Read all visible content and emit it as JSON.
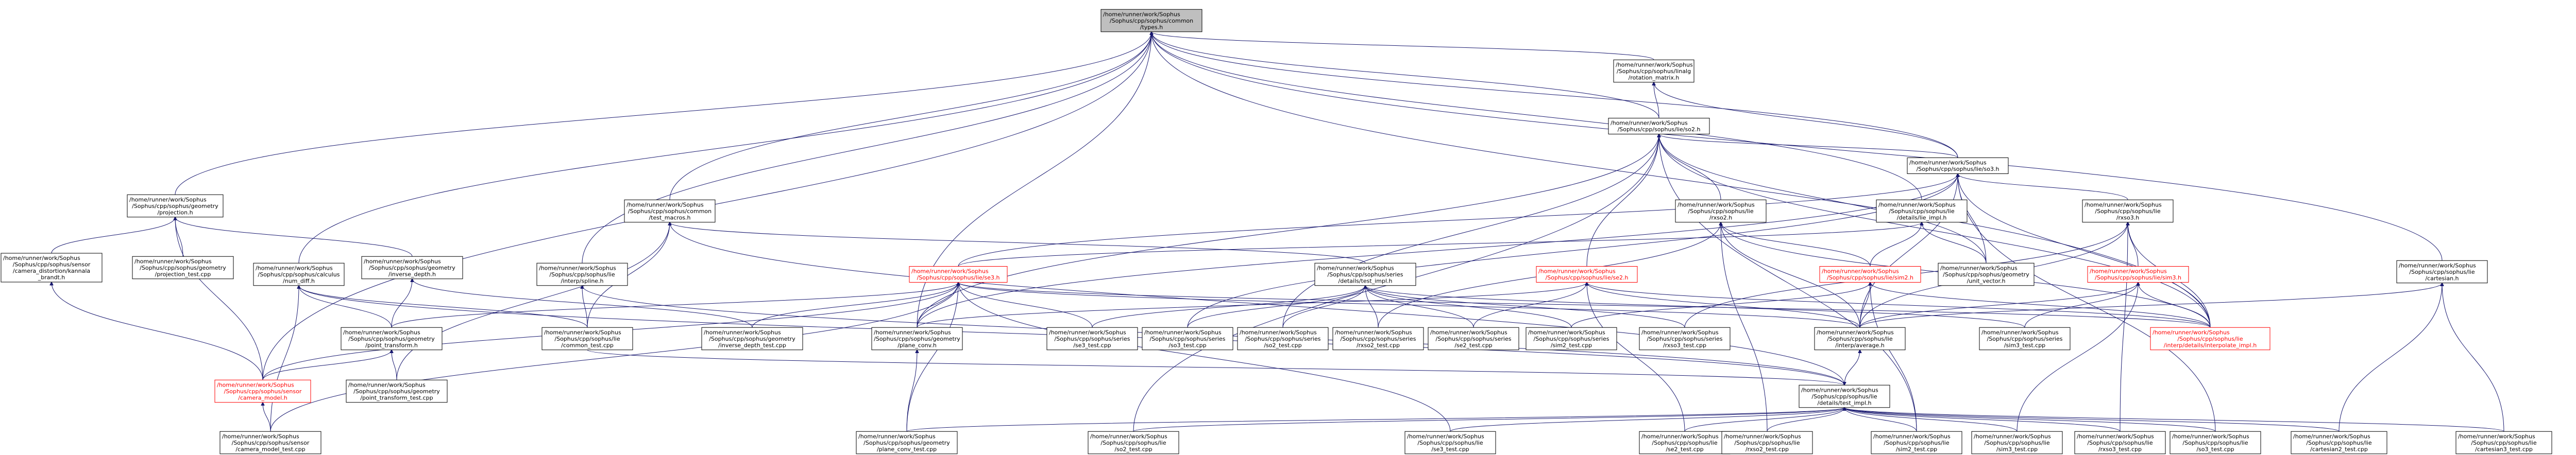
{
  "root": "n_types",
  "nodes": {
    "n_types": {
      "label": [
        "/home/runner/work/Sophus",
        "/Sophus/cpp/sophus/common",
        "/types.h"
      ],
      "style": "root"
    },
    "n_rotmat": {
      "label": [
        "/home/runner/work/Sophus",
        "/Sophus/cpp/sophus/linalg",
        "/rotation_matrix.h"
      ]
    },
    "n_so2": {
      "label": [
        "/home/runner/work/Sophus",
        "/Sophus/cpp/sophus/lie/so2.h"
      ]
    },
    "n_so3": {
      "label": [
        "/home/runner/work/Sophus",
        "/Sophus/cpp/sophus/lie/so3.h"
      ]
    },
    "n_proj": {
      "label": [
        "/home/runner/work/Sophus",
        "/Sophus/cpp/sophus/geometry",
        "/projection.h"
      ]
    },
    "n_testmac": {
      "label": [
        "/home/runner/work/Sophus",
        "/Sophus/cpp/sophus/common",
        "/test_macros.h"
      ]
    },
    "n_rxso2": {
      "label": [
        "/home/runner/work/Sophus",
        "/Sophus/cpp/sophus/lie",
        "/rxso2.h"
      ]
    },
    "n_lieimpl": {
      "label": [
        "/home/runner/work/Sophus",
        "/Sophus/cpp/sophus/lie",
        "/details/lie_impl.h"
      ]
    },
    "n_rxso3": {
      "label": [
        "/home/runner/work/Sophus",
        "/Sophus/cpp/sophus/lie",
        "/rxso3.h"
      ]
    },
    "n_cartesian": {
      "label": [
        "/home/runner/work/Sophus",
        "/Sophus/cpp/sophus/lie",
        "/cartesian.h"
      ]
    },
    "n_camdist": {
      "label": [
        "/home/runner/work/Sophus",
        "/Sophus/cpp/sophus/sensor",
        "/camera_distortion/kannala",
        "_brandt.h"
      ]
    },
    "n_projtest": {
      "label": [
        "/home/runner/work/Sophus",
        "/Sophus/cpp/sophus/geometry",
        "/projection_test.cpp"
      ]
    },
    "n_invdepth": {
      "label": [
        "/home/runner/work/Sophus",
        "/Sophus/cpp/sophus/geometry",
        "/inverse_depth.h"
      ]
    },
    "n_numdiff": {
      "label": [
        "/home/runner/work/Sophus",
        "/Sophus/cpp/sophus/calculus",
        "/num_diff.h"
      ]
    },
    "n_interp": {
      "label": [
        "/home/runner/work/Sophus",
        "/Sophus/cpp/sophus/lie",
        "/interp/spline.h"
      ]
    },
    "n_se3": {
      "label": [
        "/home/runner/work/Sophus",
        "/Sophus/cpp/sophus/lie/se3.h"
      ],
      "style": "red"
    },
    "n_seriestest": {
      "label": [
        "/home/runner/work/Sophus",
        "/Sophus/cpp/sophus/series",
        "/details/test_impl.h"
      ]
    },
    "n_se2": {
      "label": [
        "/home/runner/work/Sophus",
        "/Sophus/cpp/sophus/lie/se2.h"
      ],
      "style": "red"
    },
    "n_sim2": {
      "label": [
        "/home/runner/work/Sophus",
        "/Sophus/cpp/sophus/lie/sim2.h"
      ],
      "style": "red"
    },
    "n_unitvec": {
      "label": [
        "/home/runner/work/Sophus",
        "/Sophus/cpp/sophus/geometry",
        "/unit_vector.h"
      ]
    },
    "n_sim3": {
      "label": [
        "/home/runner/work/Sophus",
        "/Sophus/cpp/sophus/lie/sim3.h"
      ],
      "style": "red"
    },
    "n_ptrans": {
      "label": [
        "/home/runner/work/Sophus",
        "/Sophus/cpp/sophus/geometry",
        "/point_transform.h"
      ]
    },
    "n_commontest": {
      "label": [
        "/home/runner/work/Sophus",
        "/Sophus/cpp/sophus/lie",
        "/common_test.cpp"
      ]
    },
    "n_invdtest": {
      "label": [
        "/home/runner/work/Sophus",
        "/Sophus/cpp/sophus/geometry",
        "/inverse_depth_test.cpp"
      ]
    },
    "n_planeconv": {
      "label": [
        "/home/runner/work/Sophus",
        "/Sophus/cpp/sophus/geometry",
        "/plane_conv.h"
      ]
    },
    "n_se3ser": {
      "label": [
        "/home/runner/work/Sophus",
        "/Sophus/cpp/sophus/series",
        "/se3_test.cpp"
      ]
    },
    "n_so3ser": {
      "label": [
        "/home/runner/work/Sophus",
        "/Sophus/cpp/sophus/series",
        "/so3_test.cpp"
      ]
    },
    "n_so2ser": {
      "label": [
        "/home/runner/work/Sophus",
        "/Sophus/cpp/sophus/series",
        "/so2_test.cpp"
      ]
    },
    "n_rxso2ser": {
      "label": [
        "/home/runner/work/Sophus",
        "/Sophus/cpp/sophus/series",
        "/rxso2_test.cpp"
      ]
    },
    "n_se2ser": {
      "label": [
        "/home/runner/work/Sophus",
        "/Sophus/cpp/sophus/series",
        "/se2_test.cpp"
      ]
    },
    "n_sim2ser": {
      "label": [
        "/home/runner/work/Sophus",
        "/Sophus/cpp/sophus/series",
        "/sim2_test.cpp"
      ]
    },
    "n_rxso3ser": {
      "label": [
        "/home/runner/work/Sophus",
        "/Sophus/cpp/sophus/series",
        "/rxso3_test.cpp"
      ]
    },
    "n_sim3ser": {
      "label": [
        "/home/runner/work/Sophus",
        "/Sophus/cpp/sophus/series",
        "/sim3_test.cpp"
      ]
    },
    "n_average": {
      "label": [
        "/home/runner/work/Sophus",
        "/Sophus/cpp/sophus/lie",
        "/interp/average.h"
      ]
    },
    "n_interpimpl": {
      "label": [
        "/home/runner/work/Sophus",
        "/Sophus/cpp/sophus/lie",
        "/interp/details/interpolate_impl.h"
      ],
      "style": "red"
    },
    "n_camodel": {
      "label": [
        "/home/runner/work/Sophus",
        "/Sophus/cpp/sophus/sensor",
        "/camera_model.h"
      ],
      "style": "red"
    },
    "n_ptranstest": {
      "label": [
        "/home/runner/work/Sophus",
        "/Sophus/cpp/sophus/geometry",
        "/point_transform_test.cpp"
      ]
    },
    "n_lietest": {
      "label": [
        "/home/runner/work/Sophus",
        "/Sophus/cpp/sophus/lie",
        "/details/test_impl.h"
      ]
    },
    "n_camtest": {
      "label": [
        "/home/runner/work/Sophus",
        "/Sophus/cpp/sophus/sensor",
        "/camera_model_test.cpp"
      ]
    },
    "n_pconvtest": {
      "label": [
        "/home/runner/work/Sophus",
        "/Sophus/cpp/sophus/geometry",
        "/plane_conv_test.cpp"
      ]
    },
    "n_so2lt": {
      "label": [
        "/home/runner/work/Sophus",
        "/Sophus/cpp/sophus/lie",
        "/so2_test.cpp"
      ]
    },
    "n_se3lt": {
      "label": [
        "/home/runner/work/Sophus",
        "/Sophus/cpp/sophus/lie",
        "/se3_test.cpp"
      ]
    },
    "n_se2lt": {
      "label": [
        "/home/runner/work/Sophus",
        "/Sophus/cpp/sophus/lie",
        "/se2_test.cpp"
      ]
    },
    "n_rxso2lt": {
      "label": [
        "/home/runner/work/Sophus",
        "/Sophus/cpp/sophus/lie",
        "/rxso2_test.cpp"
      ]
    },
    "n_sim2lt": {
      "label": [
        "/home/runner/work/Sophus",
        "/Sophus/cpp/sophus/lie",
        "/sim2_test.cpp"
      ]
    },
    "n_sim3lt": {
      "label": [
        "/home/runner/work/Sophus",
        "/Sophus/cpp/sophus/lie",
        "/sim3_test.cpp"
      ]
    },
    "n_rxso3lt": {
      "label": [
        "/home/runner/work/Sophus",
        "/Sophus/cpp/sophus/lie",
        "/rxso3_test.cpp"
      ]
    },
    "n_so3lt": {
      "label": [
        "/home/runner/work/Sophus",
        "/Sophus/cpp/sophus/lie",
        "/so3_test.cpp"
      ]
    },
    "n_cart2lt": {
      "label": [
        "/home/runner/work/Sophus",
        "/Sophus/cpp/sophus/lie",
        "/cartesian2_test.cpp"
      ]
    },
    "n_cart3lt": {
      "label": [
        "/home/runner/work/Sophus",
        "/Sophus/cpp/sophus/lie",
        "/cartesian3_test.cpp"
      ]
    }
  },
  "edges": [
    [
      "n_types",
      "n_rotmat"
    ],
    [
      "n_types",
      "n_so2"
    ],
    [
      "n_types",
      "n_so3"
    ],
    [
      "n_types",
      "n_proj"
    ],
    [
      "n_types",
      "n_testmac"
    ],
    [
      "n_types",
      "n_lieimpl"
    ],
    [
      "n_types",
      "n_cartesian"
    ],
    [
      "n_types",
      "n_numdiff"
    ],
    [
      "n_types",
      "n_interp"
    ],
    [
      "n_types",
      "n_planeconv"
    ],
    [
      "n_types",
      "n_camodel"
    ],
    [
      "n_types",
      "n_interpimpl"
    ],
    [
      "n_rotmat",
      "n_so2"
    ],
    [
      "n_rotmat",
      "n_so3"
    ],
    [
      "n_so2",
      "n_rxso2"
    ],
    [
      "n_so2",
      "n_se2"
    ],
    [
      "n_so2",
      "n_so3"
    ],
    [
      "n_so2",
      "n_unitvec"
    ],
    [
      "n_so2",
      "n_so2ser"
    ],
    [
      "n_so2",
      "n_planeconv"
    ],
    [
      "n_so2",
      "n_interpimpl"
    ],
    [
      "n_so2",
      "n_so2lt"
    ],
    [
      "n_so2",
      "n_sim2lt"
    ],
    [
      "n_so3",
      "n_rxso3"
    ],
    [
      "n_so3",
      "n_se3"
    ],
    [
      "n_so3",
      "n_unitvec"
    ],
    [
      "n_so3",
      "n_so3ser"
    ],
    [
      "n_so3",
      "n_average"
    ],
    [
      "n_so3",
      "n_interpimpl"
    ],
    [
      "n_so3",
      "n_so3lt"
    ],
    [
      "n_so3",
      "n_planeconv"
    ],
    [
      "n_proj",
      "n_camdist"
    ],
    [
      "n_proj",
      "n_projtest"
    ],
    [
      "n_proj",
      "n_invdepth"
    ],
    [
      "n_proj",
      "n_camodel"
    ],
    [
      "n_testmac",
      "n_seriestest"
    ],
    [
      "n_testmac",
      "n_commontest"
    ],
    [
      "n_testmac",
      "n_lietest"
    ],
    [
      "n_testmac",
      "n_ptranstest"
    ],
    [
      "n_rxso2",
      "n_sim2"
    ],
    [
      "n_rxso2",
      "n_rxso2ser"
    ],
    [
      "n_rxso2",
      "n_rxso2lt"
    ],
    [
      "n_rxso2",
      "n_average"
    ],
    [
      "n_rxso2",
      "n_interpimpl"
    ],
    [
      "n_lieimpl",
      "n_unitvec"
    ],
    [
      "n_lieimpl",
      "n_se3"
    ],
    [
      "n_lieimpl",
      "n_sim2"
    ],
    [
      "n_rxso3",
      "n_sim3"
    ],
    [
      "n_rxso3",
      "n_rxso3ser"
    ],
    [
      "n_rxso3",
      "n_average"
    ],
    [
      "n_rxso3",
      "n_interpimpl"
    ],
    [
      "n_rxso3",
      "n_rxso3lt"
    ],
    [
      "n_cartesian",
      "n_average"
    ],
    [
      "n_cartesian",
      "n_cart2lt"
    ],
    [
      "n_cartesian",
      "n_cart3lt"
    ],
    [
      "n_camdist",
      "n_camodel"
    ],
    [
      "n_invdepth",
      "n_ptrans"
    ],
    [
      "n_invdepth",
      "n_invdtest"
    ],
    [
      "n_numdiff",
      "n_ptrans"
    ],
    [
      "n_numdiff",
      "n_commontest"
    ],
    [
      "n_numdiff",
      "n_lietest"
    ],
    [
      "n_numdiff",
      "n_camtest"
    ],
    [
      "n_interp",
      "n_commontest"
    ],
    [
      "n_interp",
      "n_lietest"
    ],
    [
      "n_se3",
      "n_ptrans"
    ],
    [
      "n_se3",
      "n_planeconv"
    ],
    [
      "n_se3",
      "n_se3ser"
    ],
    [
      "n_se3",
      "n_average"
    ],
    [
      "n_se3",
      "n_interpimpl"
    ],
    [
      "n_se3",
      "n_camodel"
    ],
    [
      "n_se3",
      "n_se3lt"
    ],
    [
      "n_se3",
      "n_camtest"
    ],
    [
      "n_se3",
      "n_pconvtest"
    ],
    [
      "n_se3",
      "n_invdtest"
    ],
    [
      "n_seriestest",
      "n_se3ser"
    ],
    [
      "n_seriestest",
      "n_so3ser"
    ],
    [
      "n_seriestest",
      "n_so2ser"
    ],
    [
      "n_seriestest",
      "n_rxso2ser"
    ],
    [
      "n_seriestest",
      "n_se2ser"
    ],
    [
      "n_seriestest",
      "n_sim2ser"
    ],
    [
      "n_seriestest",
      "n_rxso3ser"
    ],
    [
      "n_seriestest",
      "n_sim3ser"
    ],
    [
      "n_se2",
      "n_se2ser"
    ],
    [
      "n_se2",
      "n_average"
    ],
    [
      "n_se2",
      "n_interpimpl"
    ],
    [
      "n_se2",
      "n_se2lt"
    ],
    [
      "n_se2",
      "n_planeconv"
    ],
    [
      "n_sim2",
      "n_sim2ser"
    ],
    [
      "n_sim2",
      "n_average"
    ],
    [
      "n_sim2",
      "n_interpimpl"
    ],
    [
      "n_sim2",
      "n_sim2lt"
    ],
    [
      "n_sim3",
      "n_sim3ser"
    ],
    [
      "n_sim3",
      "n_average"
    ],
    [
      "n_sim3",
      "n_interpimpl"
    ],
    [
      "n_sim3",
      "n_sim3lt"
    ],
    [
      "n_ptrans",
      "n_camodel"
    ],
    [
      "n_ptrans",
      "n_ptranstest"
    ],
    [
      "n_planeconv",
      "n_pconvtest"
    ],
    [
      "n_average",
      "n_lietest"
    ],
    [
      "n_camodel",
      "n_camtest"
    ],
    [
      "n_lietest",
      "n_so2lt"
    ],
    [
      "n_lietest",
      "n_se3lt"
    ],
    [
      "n_lietest",
      "n_se2lt"
    ],
    [
      "n_lietest",
      "n_rxso2lt"
    ],
    [
      "n_lietest",
      "n_sim2lt"
    ],
    [
      "n_lietest",
      "n_sim3lt"
    ],
    [
      "n_lietest",
      "n_rxso3lt"
    ],
    [
      "n_lietest",
      "n_so3lt"
    ],
    [
      "n_lietest",
      "n_cart2lt"
    ],
    [
      "n_lietest",
      "n_cart3lt"
    ],
    [
      "n_lietest",
      "n_commontest"
    ],
    [
      "n_lietest",
      "n_pconvtest"
    ]
  ]
}
